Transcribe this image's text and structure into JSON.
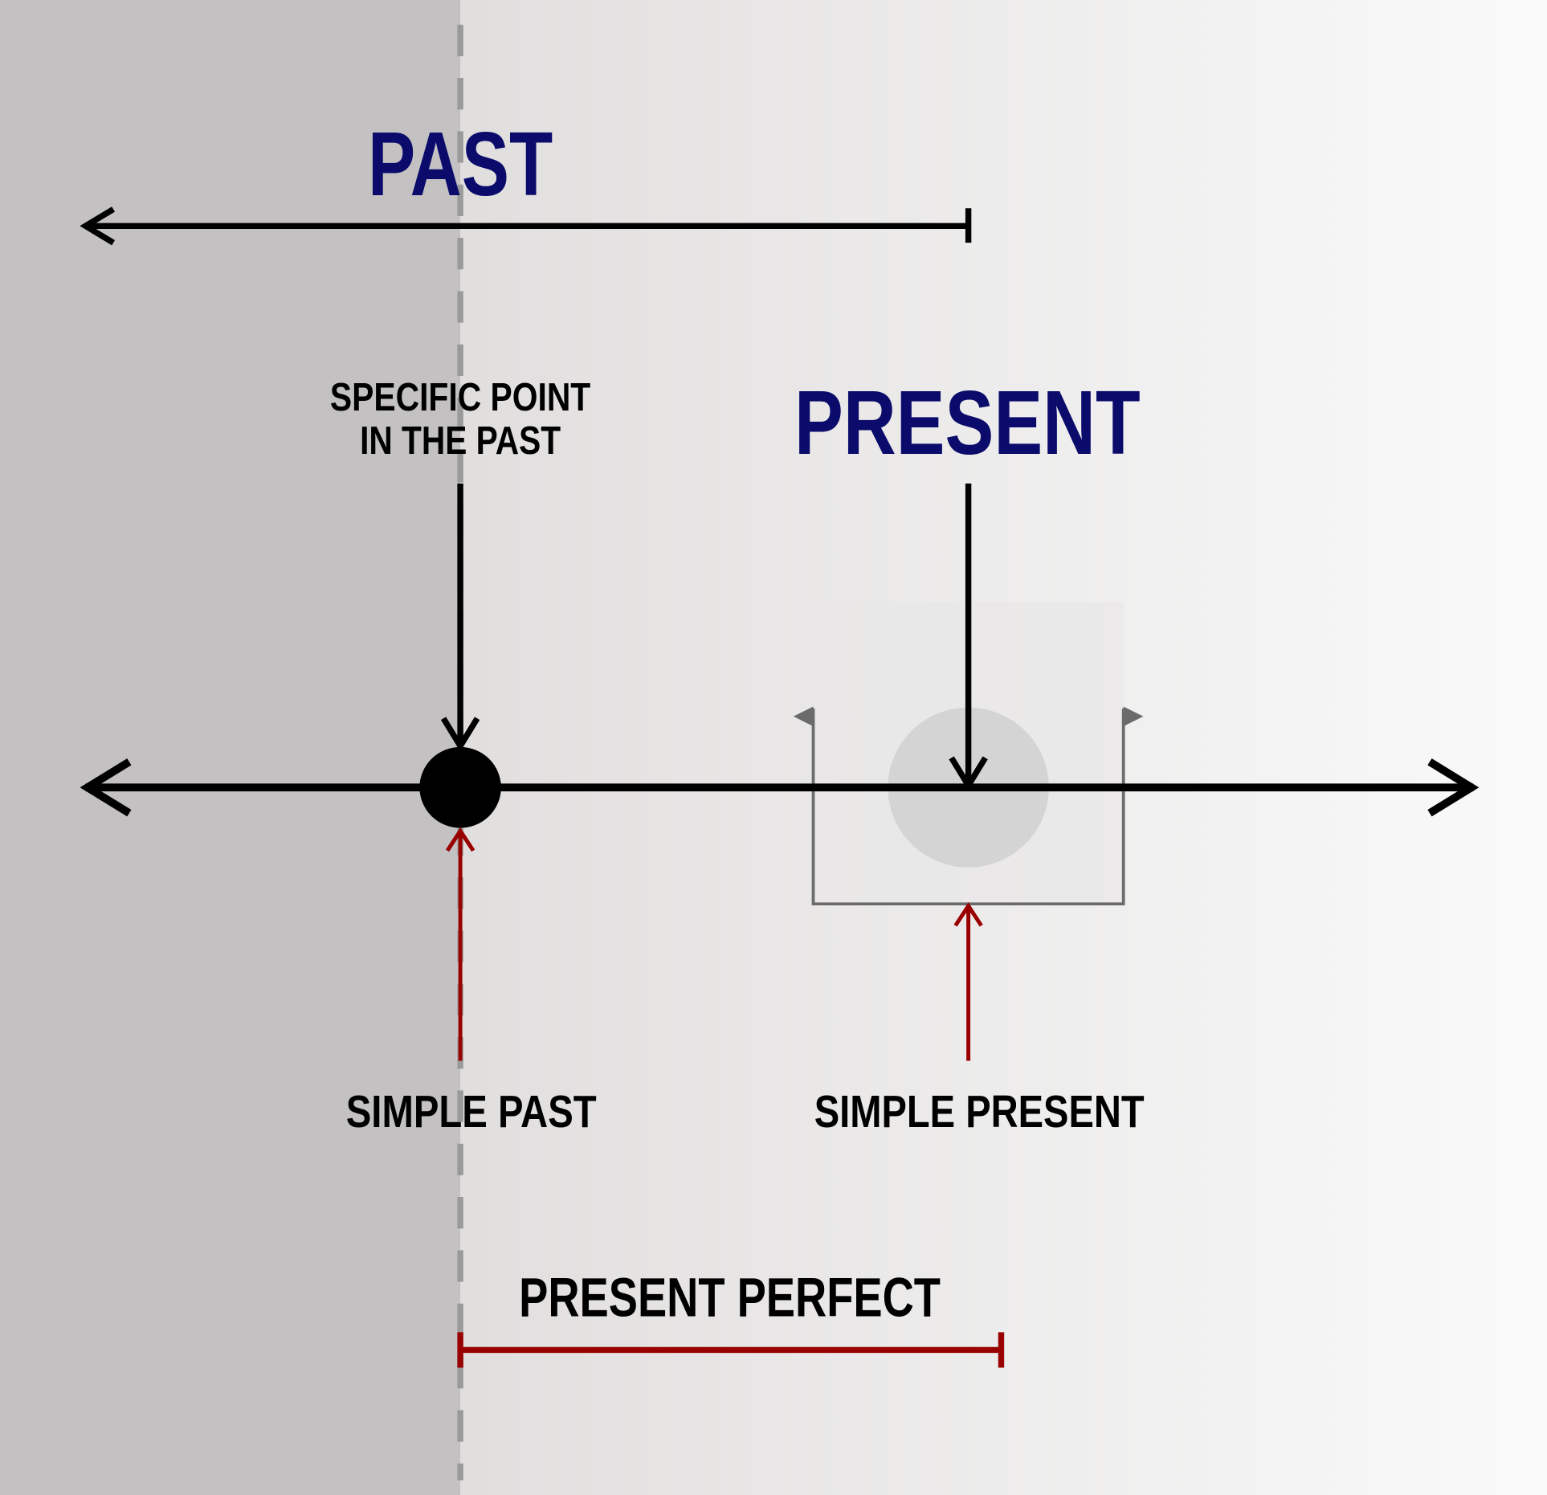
{
  "labels": {
    "past": "PAST",
    "present": "PRESENT",
    "specific_point_line1": "SPECIFIC POINT",
    "specific_point_line2": "IN THE PAST",
    "simple_past": "SIMPLE PAST",
    "simple_present": "SIMPLE PRESENT",
    "present_perfect": "PRESENT PERFECT"
  },
  "colors": {
    "heading": "#0b0b6b",
    "label": "#000000",
    "accent_red": "#990000",
    "past_region": "#c3c1c2",
    "divider": "#9a9a9a"
  }
}
